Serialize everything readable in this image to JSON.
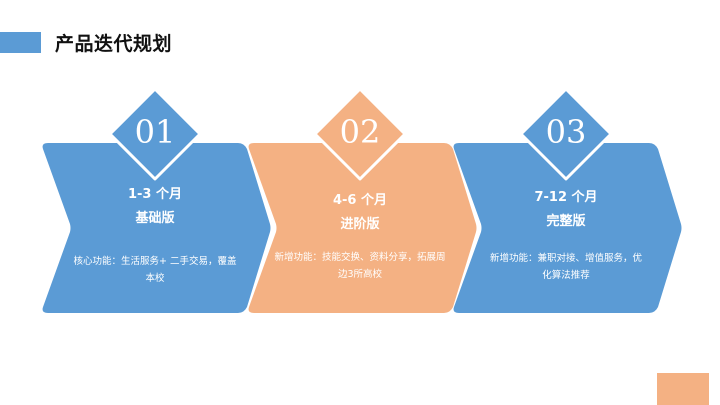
{
  "title": "产品迭代规划",
  "colors": {
    "blue": "#5b9bd5",
    "orange": "#f4b183",
    "text": "#111111"
  },
  "stages": [
    {
      "number": "01",
      "period": "1-3 个月",
      "name": "基础版",
      "description": "核心功能：生活服务+ 二手交易，覆盖本校",
      "color": "#5b9bd5"
    },
    {
      "number": "02",
      "period": "4-6 个月",
      "name": "进阶版",
      "description": "新增功能：技能交换、资料分享，拓展周边3所高校",
      "color": "#f4b183"
    },
    {
      "number": "03",
      "period": "7-12 个月",
      "name": "完整版",
      "description": "新增功能：兼职对接、增值服务，优化算法推荐",
      "color": "#5b9bd5"
    }
  ]
}
